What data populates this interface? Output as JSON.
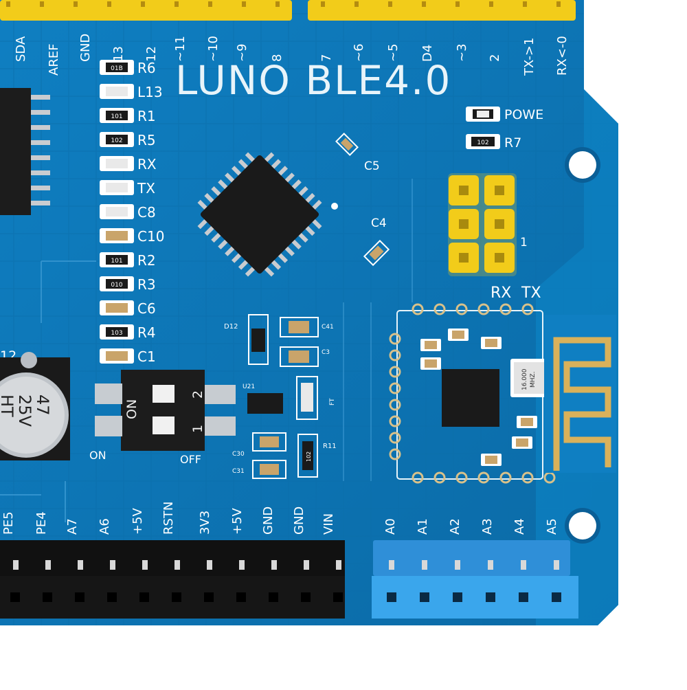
{
  "board": {
    "title": "LUNO BLE4.0",
    "colors": {
      "pcb": "#0e77b8",
      "pcb_dark": "#0a5f97",
      "header_yellow": "#f2cc1a",
      "header_black": "#161616",
      "header_blue": "#2f8fd8",
      "antenna": "#d9b15a"
    },
    "top_header_labels": [
      "SDA",
      "AREF",
      "GND",
      "13",
      "12",
      "~11",
      "~10",
      "~9",
      "8",
      "7",
      "~6",
      "~5",
      "D4",
      "~3",
      "2",
      "TX->1",
      "RX<-0"
    ],
    "component_labels": [
      "R6",
      "L13",
      "R1",
      "R5",
      "RX",
      "TX",
      "C8",
      "C10",
      "R2",
      "R3",
      "C6",
      "R4",
      "C1"
    ],
    "chip_codes": [
      "01B",
      "",
      "101",
      "102",
      "",
      "",
      "",
      "",
      "101",
      "010",
      "",
      "103",
      ""
    ],
    "power_labels": {
      "powe": "POWE",
      "r7": "R7",
      "r7_code": "102",
      "c5": "C5",
      "c4": "C4"
    },
    "jumper": {
      "label": "1",
      "rx": "RX",
      "tx": "TX"
    },
    "switch": {
      "on_side": "ON",
      "off_side": "OFF",
      "on_body": "ON",
      "pos1": "1",
      "pos2": "2"
    },
    "capacitor": {
      "partial_label": "12",
      "line1": "47",
      "line2": "25V",
      "line3": "HT"
    },
    "small_parts": {
      "d12": "D12",
      "c41": "C41",
      "c3": "C3",
      "u21": "U21",
      "r11": "R11",
      "r11_code": "102",
      "c30": "C30",
      "c31": "C31",
      "ft": "FT"
    },
    "ble_module": {
      "crystal_line1": "16.000",
      "crystal_line2": "MHZ."
    },
    "bottom_power_labels": [
      "PE5",
      "PE4",
      "A7",
      "A6",
      "+5V",
      "RSTN",
      "3V3",
      "+5V",
      "GND",
      "GND",
      "VIN"
    ],
    "analog_labels": [
      "A0",
      "A1",
      "A2",
      "A3",
      "A4",
      "A5"
    ]
  }
}
